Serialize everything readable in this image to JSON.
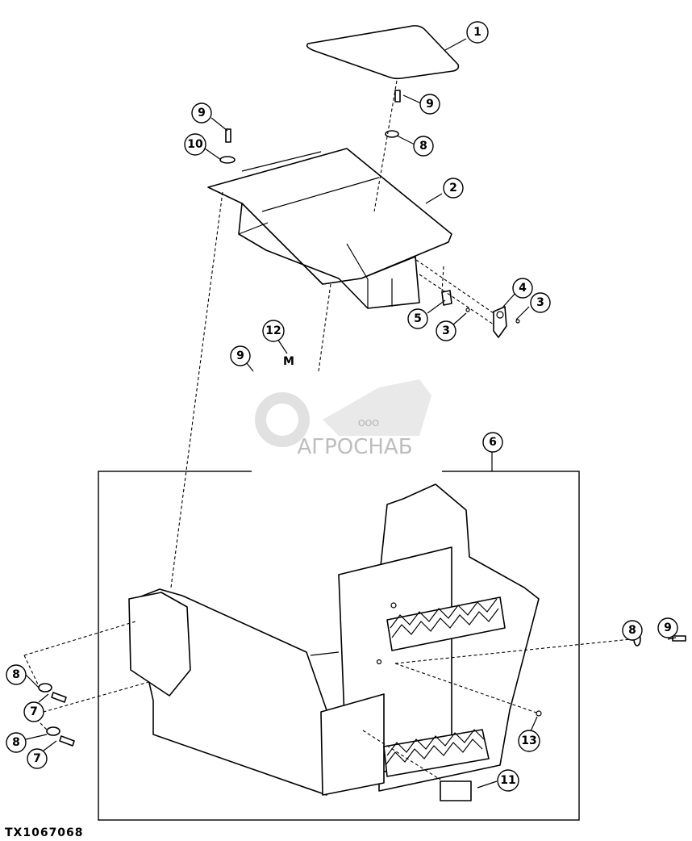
{
  "figure_code": "TX1067068",
  "watermark": {
    "small_text": "ООО",
    "brand_text": "АГРОСНАБ"
  },
  "callouts": [
    {
      "id": "c1a",
      "label": "1"
    },
    {
      "id": "c9a",
      "label": "9"
    },
    {
      "id": "c9b",
      "label": "9"
    },
    {
      "id": "c8a",
      "label": "8"
    },
    {
      "id": "c10",
      "label": "10"
    },
    {
      "id": "c2",
      "label": "2"
    },
    {
      "id": "c4",
      "label": "4"
    },
    {
      "id": "c3a",
      "label": "3"
    },
    {
      "id": "c5",
      "label": "5"
    },
    {
      "id": "c3b",
      "label": "3"
    },
    {
      "id": "c12",
      "label": "12"
    },
    {
      "id": "c9c",
      "label": "9"
    },
    {
      "id": "c6",
      "label": "6"
    },
    {
      "id": "c8b",
      "label": "8"
    },
    {
      "id": "c9d",
      "label": "9"
    },
    {
      "id": "c8c",
      "label": "8"
    },
    {
      "id": "c7a",
      "label": "7"
    },
    {
      "id": "c8d",
      "label": "8"
    },
    {
      "id": "c7b",
      "label": "7"
    },
    {
      "id": "c13",
      "label": "13"
    },
    {
      "id": "c11",
      "label": "11"
    }
  ],
  "part_letter": "M",
  "colors": {
    "line": "#000000",
    "background": "#ffffff",
    "watermark": "#c8c8c8"
  }
}
